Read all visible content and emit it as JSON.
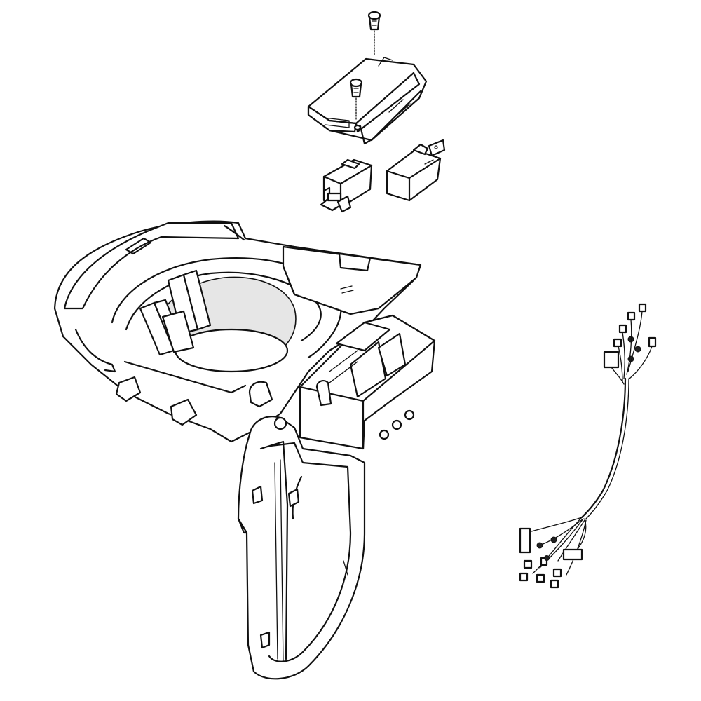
{
  "diagram": {
    "type": "exploded-parts-view",
    "background": "#ffffff",
    "line_color": "#111111",
    "parts": [
      {
        "id": "screw-top",
        "icon": "screw-icon"
      },
      {
        "id": "screw-board",
        "icon": "screw-icon"
      },
      {
        "id": "control-board-cover",
        "icon": "control-module-icon"
      },
      {
        "id": "micro-switch-left",
        "icon": "micro-switch-icon"
      },
      {
        "id": "micro-switch-right",
        "icon": "micro-switch-icon"
      },
      {
        "id": "dispenser-housing-chute",
        "icon": "chute-icon"
      },
      {
        "id": "dispenser-actuator-paddle",
        "icon": "paddle-icon"
      },
      {
        "id": "switch-mount-block",
        "icon": "mount-block-icon"
      },
      {
        "id": "wire-harness",
        "icon": "wire-harness-icon"
      }
    ]
  }
}
